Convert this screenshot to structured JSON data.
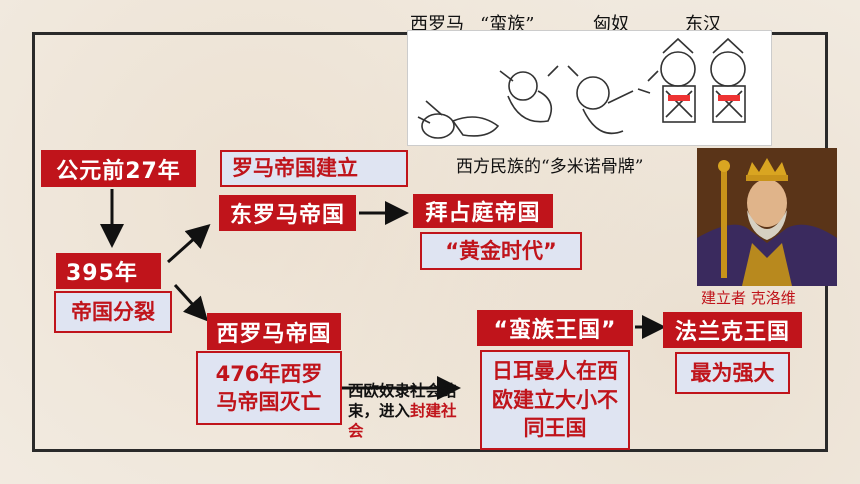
{
  "top_labels": {
    "west_rome": "西罗马",
    "barbarians": "“蛮族”",
    "xiongnu": "匈奴",
    "eastern_han": "东汉"
  },
  "domino_caption": "西方民族的“多米诺骨牌”",
  "portrait_caption": "建立者 克洛维",
  "nodes": {
    "bc27": "公元前27年",
    "empire_founded": "罗马帝国建立",
    "eastern_empire": "东罗马帝国",
    "byzantine": "拜占庭帝国",
    "golden_age": "“黄金时代”",
    "year395": "395年",
    "empire_split": "帝国分裂",
    "western_empire": "西罗马帝国",
    "fall_476": "476年西罗马帝国灭亡",
    "barbarian_kingdoms": "“蛮族王国”",
    "germanic_states": "日耳曼人在西欧建立大小不同王国",
    "frankish": "法兰克王国",
    "strongest": "最为强大"
  },
  "transition_note": {
    "part1": "西欧奴隶社会结束，进入",
    "part2": "封建社会"
  },
  "colors": {
    "red": "#c0141b",
    "light_blue": "#dfe4f2",
    "frame": "#2a2a2a"
  }
}
